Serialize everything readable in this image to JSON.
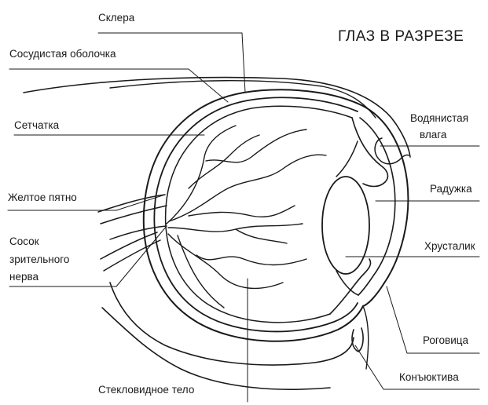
{
  "diagram": {
    "title": "ГЛАЗ В РАЗРЕЗЕ",
    "labels": {
      "sclera": "Склера",
      "choroid": "Сосудистая оболочка",
      "retina": "Сетчатка",
      "macula": "Желтое пятно",
      "optic_disc_1": "Сосок",
      "optic_disc_2": "зрительного",
      "optic_disc_3": "нерва",
      "aqueous_1": "Водянистая",
      "aqueous_2": "влага",
      "iris": "Радужка",
      "lens": "Хрусталик",
      "cornea": "Роговица",
      "conjunctiva": "Конъюктива",
      "vitreous": "Стекловидное тело"
    },
    "colors": {
      "line": "#1a1a1a",
      "background": "#ffffff"
    }
  }
}
